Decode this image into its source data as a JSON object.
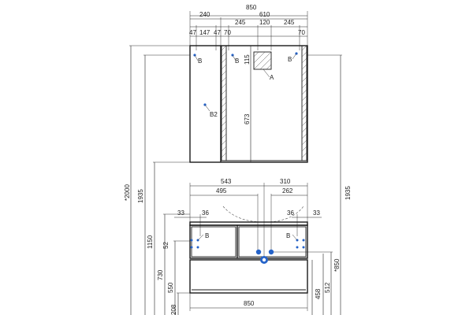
{
  "colors": {
    "line": "#1a1a1a",
    "marker": "#2563c9"
  },
  "top_labels": {
    "overall": "850",
    "left": "240",
    "right": "610",
    "seg_a": "47",
    "seg_b": "147",
    "seg_c": "47",
    "seg_d": "70",
    "seg_e": "245",
    "seg_f": "120",
    "seg_g": "245",
    "seg_h": "70",
    "h115": "115",
    "h673": "673",
    "b_left": "B",
    "b_mid": "B",
    "b_right": "B",
    "b2": "B2",
    "a": "A"
  },
  "side_labels": {
    "h2000": "*2000",
    "h1935_left": "1935",
    "h1935_right": "1935",
    "h1150": "1150",
    "h730": "730",
    "h550": "550",
    "h208": "208",
    "h52": "52",
    "h850": "*850",
    "h458": "458",
    "h512": "512"
  },
  "bottom_labels": {
    "d543": "543",
    "d310": "310",
    "d495": "495",
    "d262": "262",
    "d33_left": "33",
    "d36_left": "36",
    "d36_right": "36",
    "d33_right": "33",
    "d850": "850",
    "b_left": "B",
    "b_right": "B"
  }
}
